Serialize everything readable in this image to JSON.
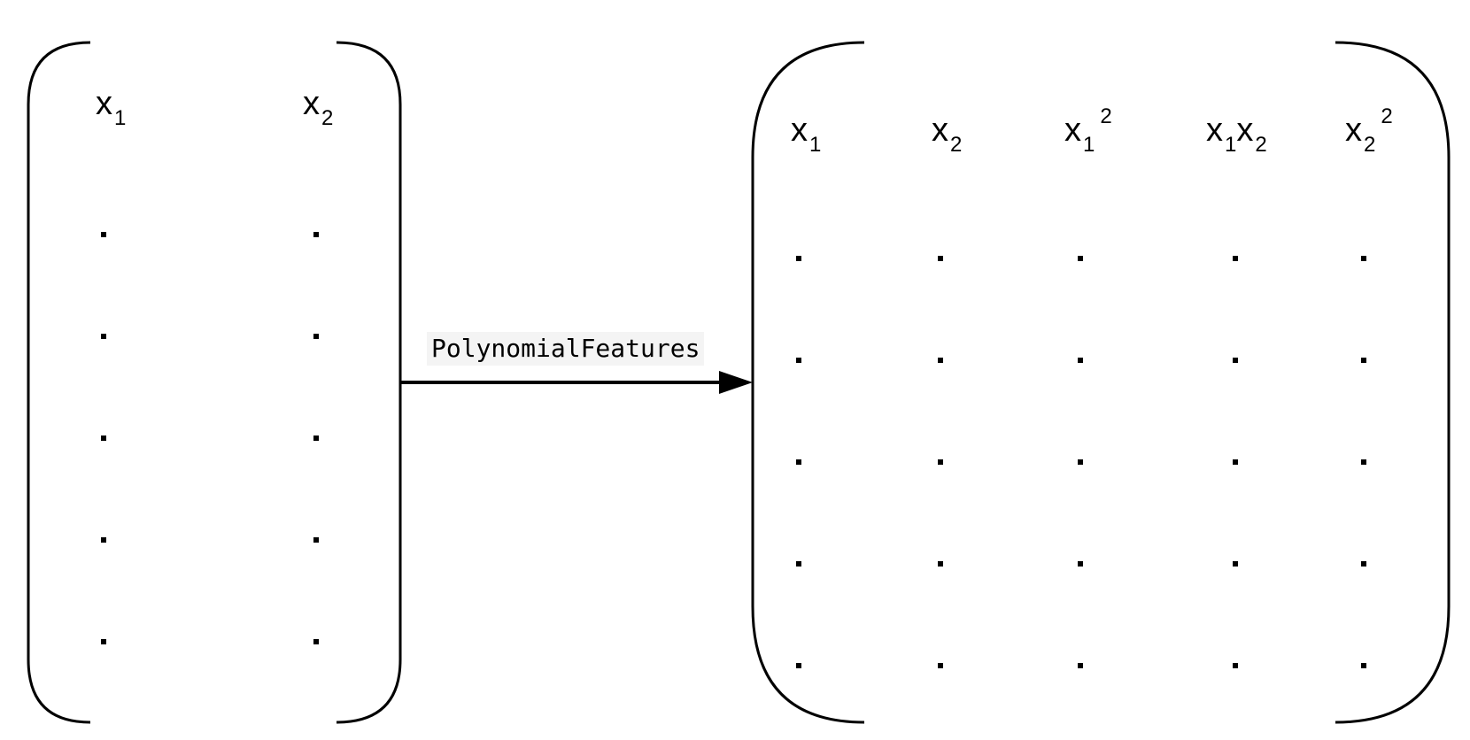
{
  "input_matrix": {
    "columns": [
      {
        "base": "x",
        "sub": "1"
      },
      {
        "base": "x",
        "sub": "2"
      }
    ],
    "ellipsis_rows": 5
  },
  "transform": {
    "label": "PolynomialFeatures"
  },
  "output_matrix": {
    "columns": [
      {
        "base": "x",
        "sub": "1"
      },
      {
        "base": "x",
        "sub": "2"
      },
      {
        "base": "x",
        "sub": "1",
        "sup": "2"
      },
      {
        "base": "x",
        "sub": "1",
        "base2": "x",
        "sub2": "2"
      },
      {
        "base": "x",
        "sub": "2",
        "sup": "2"
      }
    ],
    "ellipsis_rows": 5
  }
}
